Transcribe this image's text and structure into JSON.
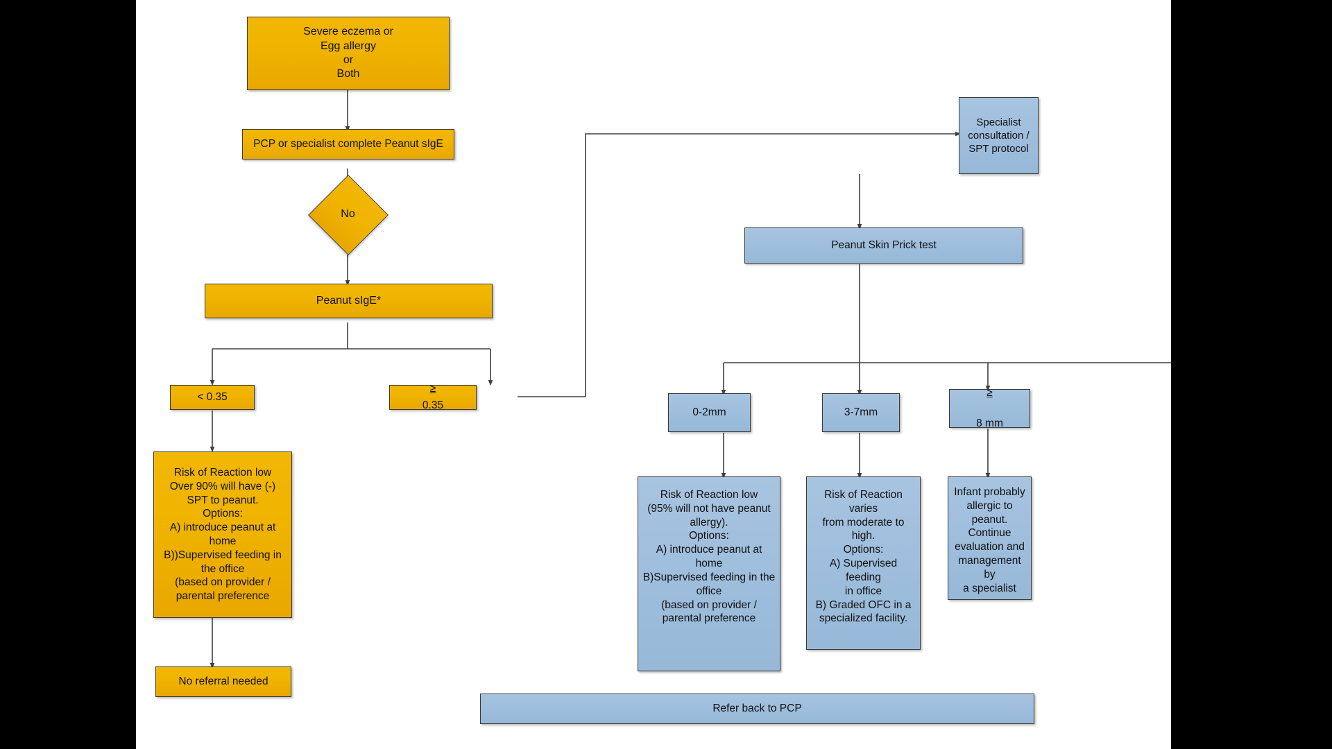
{
  "diagram": {
    "title": "Peanut allergy risk stratification and introduction algorithm",
    "type": "flowchart",
    "colors": {
      "yellow_fill": "#efb300",
      "blue_fill": "#9fbedd",
      "border": "#3a3a3a",
      "connector": "#404040",
      "canvas": "#ffffff",
      "letterbox": "#000000"
    },
    "nodes": [
      {
        "id": "severe-eczema",
        "shape": "rect",
        "color": "yellow",
        "text": "Severe eczema or\nEgg allergy\nor\nBoth"
      },
      {
        "id": "pcp-complete-sige",
        "shape": "rect",
        "color": "yellow",
        "text": "PCP or specialist complete Peanut sIgE"
      },
      {
        "id": "no-decision",
        "shape": "diamond",
        "color": "yellow",
        "text": "No"
      },
      {
        "id": "peanut-sige",
        "shape": "rect",
        "color": "yellow",
        "text": "Peanut sIgE*"
      },
      {
        "id": "sige-lt-035",
        "shape": "rect",
        "color": "yellow",
        "text": "< 0.35"
      },
      {
        "id": "sige-gte-035",
        "shape": "rect",
        "color": "yellow",
        "prefix": "≥",
        "text": " 0.35",
        "underlined_prefix": true
      },
      {
        "id": "low-risk-yellow",
        "shape": "rect",
        "color": "yellow",
        "text": "Risk of Reaction low\nOver 90% will have (-)\nSPT to peanut.\nOptions:\nA) introduce peanut at\nhome\nB))Supervised feeding in\nthe office\n(based on provider /\nparental preference"
      },
      {
        "id": "no-referral-needed",
        "shape": "rect",
        "color": "yellow",
        "text": "No referral needed"
      },
      {
        "id": "specialist-consult",
        "shape": "rect",
        "color": "blue",
        "text": "Specialist\nconsultation /\nSPT protocol"
      },
      {
        "id": "peanut-skin-prick",
        "shape": "rect",
        "color": "blue",
        "text": "Peanut Skin Prick test"
      },
      {
        "id": "spt-0-2mm",
        "shape": "rect",
        "color": "blue",
        "text": "0-2mm"
      },
      {
        "id": "spt-3-7mm",
        "shape": "rect",
        "color": "blue",
        "text": "3-7mm"
      },
      {
        "id": "spt-gte-8mm",
        "shape": "rect",
        "color": "blue",
        "prefix": "≥",
        "text": "8 mm",
        "underlined_prefix": true
      },
      {
        "id": "low-risk-blue",
        "shape": "rect",
        "color": "blue",
        "text": "Risk of Reaction low\n(95% will not have peanut\nallergy).\nOptions:\nA) introduce peanut at\nhome\nB)Supervised feeding in the\noffice\n(based on provider /\nparental preference"
      },
      {
        "id": "moderate-high-risk",
        "shape": "rect",
        "color": "blue",
        "text": "Risk of Reaction  varies\nfrom moderate to\nhigh.\nOptions:\nA) Supervised feeding\nin office\nB) Graded OFC in a\nspecialized facility."
      },
      {
        "id": "probably-allergic",
        "shape": "rect",
        "color": "blue",
        "text": "Infant probably\nallergic to\npeanut.\nContinue\nevaluation and\nmanagement by\na specialist"
      },
      {
        "id": "refer-back-to-pcp",
        "shape": "rect",
        "color": "blue",
        "text": "Refer back to PCP"
      }
    ],
    "edges": [
      {
        "from": "severe-eczema",
        "to": "pcp-complete-sige",
        "style": "straight-down"
      },
      {
        "from": "pcp-complete-sige",
        "to": "no-decision",
        "style": "straight-down"
      },
      {
        "from": "no-decision",
        "to": "peanut-sige",
        "style": "straight-down"
      },
      {
        "from": "peanut-sige",
        "to": "sige-lt-035",
        "style": "split-left"
      },
      {
        "from": "peanut-sige",
        "to": "sige-gte-035",
        "style": "split-right"
      },
      {
        "from": "sige-gte-035",
        "to": "specialist-consult",
        "style": "elbow-right-up"
      },
      {
        "from": "sige-lt-035",
        "to": "low-risk-yellow",
        "style": "straight-down"
      },
      {
        "from": "low-risk-yellow",
        "to": "no-referral-needed",
        "style": "straight-down"
      },
      {
        "from": "specialist-consult",
        "to": "peanut-skin-prick",
        "style": "straight-down"
      },
      {
        "from": "peanut-skin-prick",
        "to": "spt-0-2mm",
        "style": "split-left"
      },
      {
        "from": "peanut-skin-prick",
        "to": "spt-3-7mm",
        "style": "straight-down"
      },
      {
        "from": "peanut-skin-prick",
        "to": "spt-gte-8mm",
        "style": "split-right"
      },
      {
        "from": "spt-0-2mm",
        "to": "low-risk-blue",
        "style": "straight-down"
      },
      {
        "from": "spt-3-7mm",
        "to": "moderate-high-risk",
        "style": "straight-down"
      },
      {
        "from": "spt-gte-8mm",
        "to": "probably-allergic",
        "style": "straight-down"
      }
    ]
  }
}
